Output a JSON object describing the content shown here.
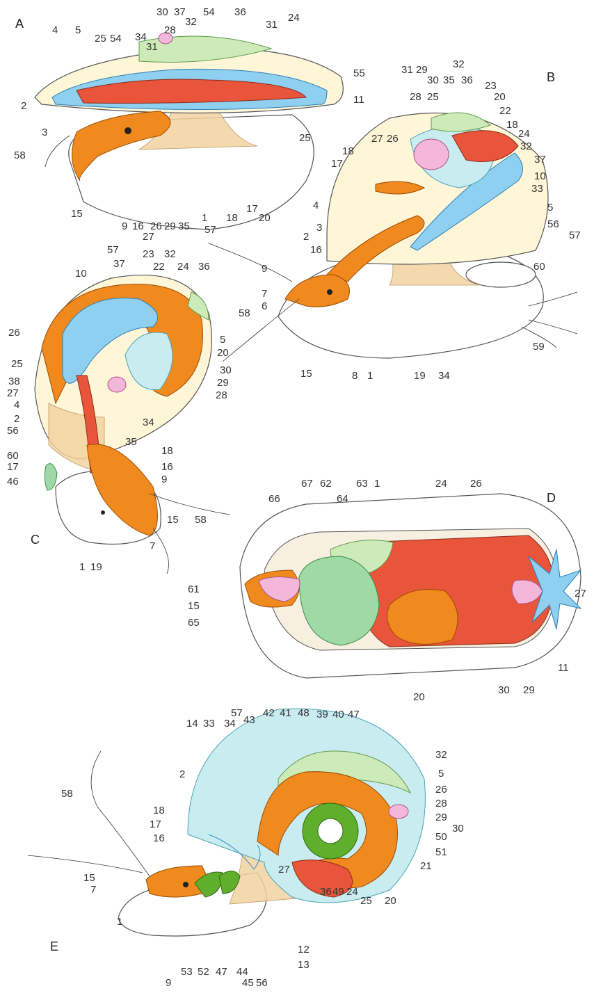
{
  "panels": {
    "A": {
      "letter": "A",
      "labels": [
        "4",
        "5",
        "25",
        "54",
        "34",
        "31",
        "30",
        "28",
        "37",
        "32",
        "54",
        "36",
        "31",
        "24",
        "55",
        "2",
        "11",
        "3",
        "58",
        "25",
        "15",
        "9",
        "16",
        "27",
        "26",
        "29",
        "35",
        "1",
        "57",
        "18",
        "17",
        "20"
      ]
    },
    "B": {
      "letter": "B",
      "labels": [
        "31",
        "29",
        "30",
        "35",
        "32",
        "36",
        "23",
        "20",
        "22",
        "18",
        "24",
        "32",
        "37",
        "10",
        "33",
        "28",
        "25",
        "27",
        "26",
        "18",
        "17",
        "4",
        "3",
        "2",
        "16",
        "9",
        "7",
        "6",
        "58",
        "15",
        "8",
        "1",
        "19",
        "34",
        "5",
        "56",
        "57",
        "60",
        "59"
      ]
    },
    "C": {
      "letter": "C",
      "labels": [
        "10",
        "57",
        "37",
        "23",
        "22",
        "32",
        "24",
        "36",
        "26",
        "5",
        "20",
        "25",
        "30",
        "38",
        "29",
        "28",
        "27",
        "4",
        "2",
        "56",
        "34",
        "35",
        "18",
        "60",
        "17",
        "16",
        "9",
        "46",
        "15",
        "58",
        "7",
        "1",
        "19"
      ]
    },
    "D": {
      "letter": "D",
      "labels": [
        "67",
        "62",
        "63",
        "1",
        "24",
        "26",
        "66",
        "64",
        "61",
        "15",
        "65",
        "27",
        "11",
        "30",
        "29",
        "20"
      ]
    },
    "E": {
      "letter": "E",
      "labels": [
        "57",
        "42",
        "41",
        "48",
        "39",
        "40",
        "47",
        "14",
        "33",
        "34",
        "43",
        "32",
        "5",
        "26",
        "58",
        "2",
        "28",
        "29",
        "18",
        "30",
        "17",
        "50",
        "16",
        "51",
        "21",
        "15",
        "7",
        "27",
        "36",
        "49",
        "24",
        "25",
        "20",
        "1",
        "12",
        "53",
        "52",
        "47",
        "44",
        "45",
        "56",
        "13",
        "9"
      ]
    }
  },
  "colors": {
    "gill": "#8fcff0",
    "orange": "#f08a1e",
    "red": "#e8553a",
    "green": "#9fd9a6",
    "pink": "#f2b7d9",
    "shell": "#fff6d8",
    "leader": "#3a8fc9"
  }
}
